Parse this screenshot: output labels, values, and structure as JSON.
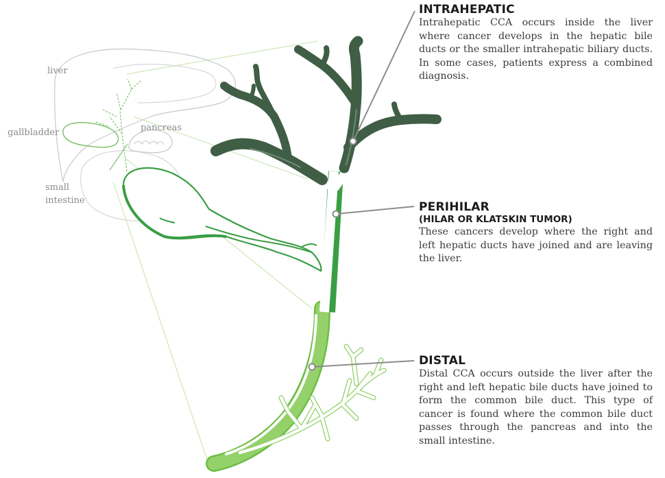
{
  "labels": {
    "liver": "liver",
    "gallbladder": "gallbladder",
    "pancreas": "pancreas",
    "small": "small",
    "intestine": "intestine"
  },
  "sections": {
    "intrahepatic": {
      "title": "INTRAHEPATIC",
      "text": "Intrahepatic CCA occurs inside the liver where cancer develops in the hepatic bile ducts or the smaller intrahepatic biliary ducts.  In some cases, patients express a combined diagnosis."
    },
    "perihilar": {
      "title": "PERIHILAR",
      "subtitle": "(HILAR OR KLATSKIN TUMOR)",
      "text": "These cancers develop where the right and left hepatic ducts have joined and are leaving the liver."
    },
    "distal": {
      "title": "DISTAL",
      "text": "Distal CCA occurs outside the liver after the right and left hepatic bile ducts have joined to form the common bile duct.  This type of cancer is found where the common bile duct passes through the pancreas and into the small intestine."
    }
  },
  "colors": {
    "intrahepatic": "#3f5e45",
    "perihilar": "#3a9e44",
    "distal": "#8fcf66",
    "outline": "#b5b5b5",
    "zoom_lines": "#c9e6b3",
    "leader": "#8c8c8c"
  }
}
